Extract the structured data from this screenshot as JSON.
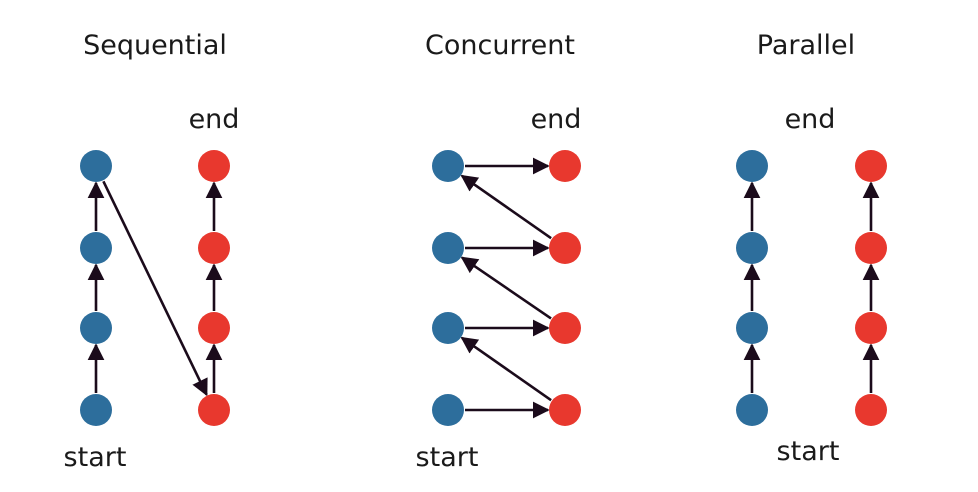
{
  "colors": {
    "blue": "#2d6e9c",
    "red": "#e8382e",
    "arrow": "#1b0b1b"
  },
  "panels": [
    {
      "id": "sequential",
      "title": "Sequential",
      "start_label": "start",
      "end_label": "end",
      "pattern": "sequential"
    },
    {
      "id": "concurrent",
      "title": "Concurrent",
      "start_label": "start",
      "end_label": "end",
      "pattern": "concurrent"
    },
    {
      "id": "parallel",
      "title": "Parallel",
      "start_label": "start",
      "end_label": "end",
      "pattern": "parallel"
    }
  ]
}
